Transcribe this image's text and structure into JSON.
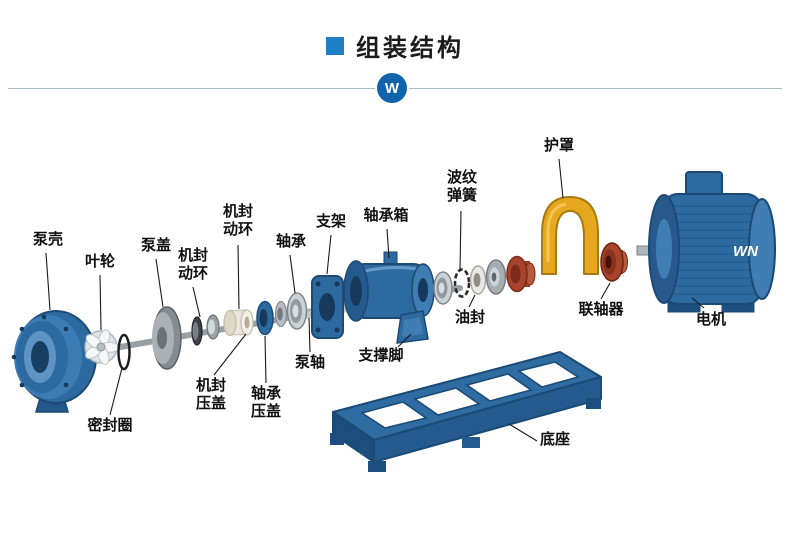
{
  "header": {
    "title": "组装结构",
    "watermark": "W"
  },
  "diagram": {
    "motor_badge": "WN",
    "parts": [
      {
        "name": "pump-casing",
        "label": "泵壳"
      },
      {
        "name": "impeller",
        "label": "叶轮"
      },
      {
        "name": "pump-cover",
        "label": "泵盖"
      },
      {
        "name": "mech-seal-rotating-ring-left",
        "label": "机封\n动环"
      },
      {
        "name": "mech-seal-rotating-ring",
        "label": "机封\n动环"
      },
      {
        "name": "bearing",
        "label": "轴承"
      },
      {
        "name": "bracket",
        "label": "支架"
      },
      {
        "name": "bearing-housing",
        "label": "轴承箱"
      },
      {
        "name": "wave-spring",
        "label": "波纹\n弹簧"
      },
      {
        "name": "guard",
        "label": "护罩"
      },
      {
        "name": "coupling",
        "label": "联轴器"
      },
      {
        "name": "motor",
        "label": "电机"
      },
      {
        "name": "oil-seal",
        "label": "油封"
      },
      {
        "name": "pump-shaft",
        "label": "泵轴"
      },
      {
        "name": "support-foot",
        "label": "支撑脚"
      },
      {
        "name": "seal-ring",
        "label": "密封圈"
      },
      {
        "name": "mech-seal-gland",
        "label": "机封\n压盖"
      },
      {
        "name": "bearing-gland",
        "label": "轴承\n压盖"
      },
      {
        "name": "base",
        "label": "底座"
      }
    ]
  }
}
